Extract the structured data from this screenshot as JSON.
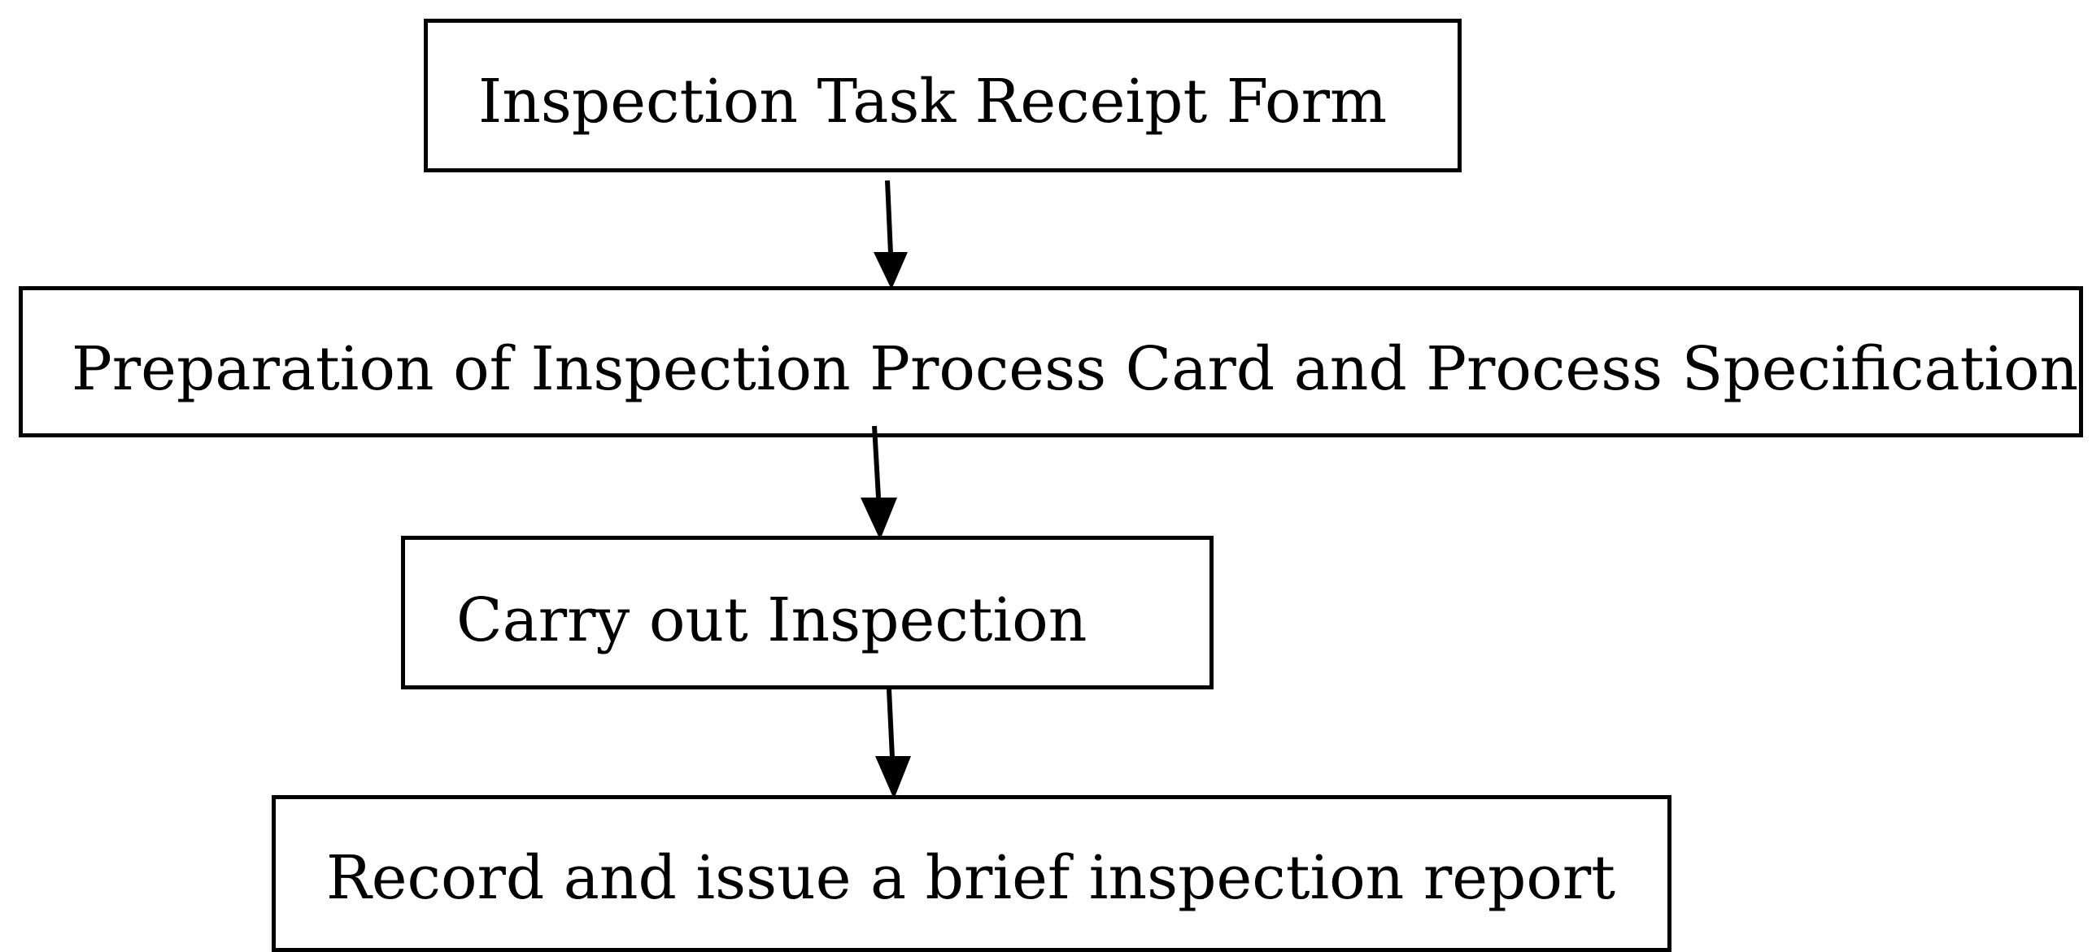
{
  "flowchart": {
    "steps": [
      {
        "label": "Inspection Task Receipt Form"
      },
      {
        "label": "Preparation of Inspection Process Card and Process Specification"
      },
      {
        "label": "Carry out Inspection"
      },
      {
        "label": "Record and issue a brief inspection report"
      }
    ],
    "colors": {
      "stroke": "#000000",
      "background": "#ffffff",
      "text": "#000000"
    }
  }
}
